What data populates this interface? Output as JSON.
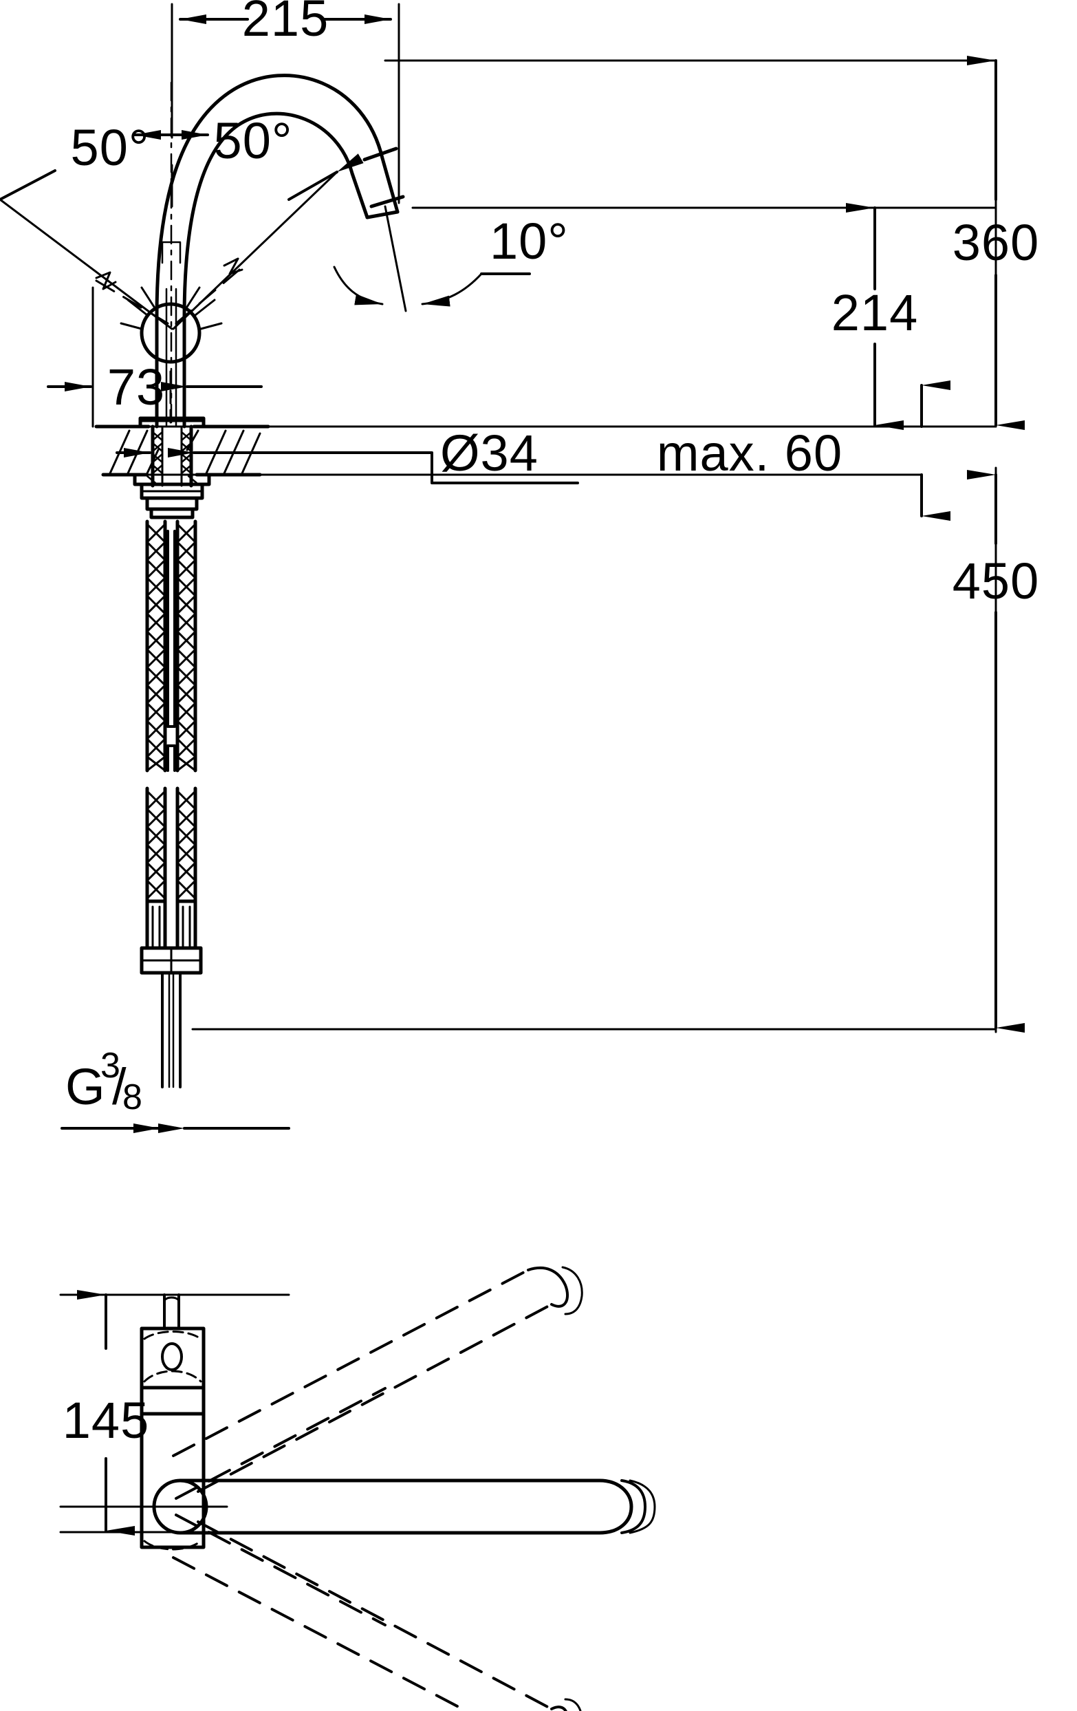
{
  "drawing": {
    "type": "technical-dimension-drawing",
    "subject": "single-lever kitchen mixer tap with swivel spout",
    "units": "mm",
    "views": [
      {
        "name": "elevation-view",
        "label": ""
      },
      {
        "name": "plan-view",
        "label": ""
      }
    ]
  },
  "dimensions": {
    "spout_reach": "215",
    "swivel_left": "50°",
    "swivel_right": "50°",
    "outlet_angle": "10°",
    "lever_offset": "73",
    "total_height": "360",
    "spout_outlet_height": "214",
    "hole_diameter": "Ø34",
    "max_deck_thickness": "max. 60",
    "hose_length": "450",
    "plan_height": "145",
    "thread_label_main": "G",
    "thread_numerator": "3",
    "thread_denominator": "8"
  },
  "colors": {
    "line": "#000000",
    "background": "#ffffff"
  }
}
